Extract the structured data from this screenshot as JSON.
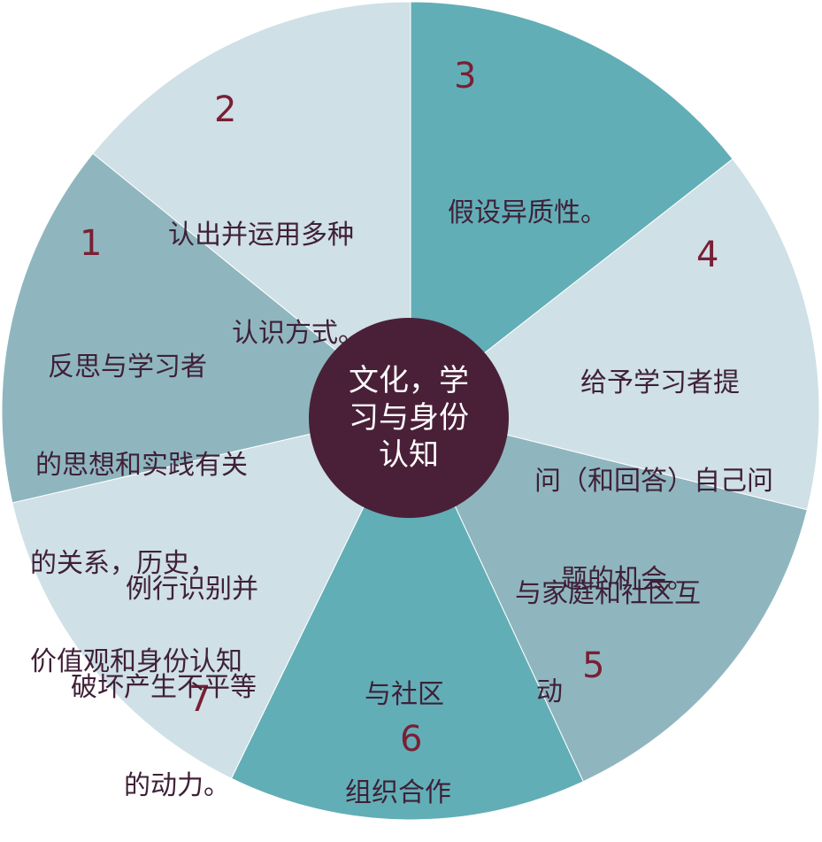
{
  "colors": {
    "dark_teal": "#62aeb6",
    "mid_teal": "#8fb6be",
    "light_blue": "#cfe0e6",
    "center": "#4a2038",
    "number": "#7a1f35",
    "text": "#3f2038"
  },
  "center": {
    "lines": [
      "文化，学",
      "习与身份",
      "认知"
    ]
  },
  "segments": [
    {
      "number": "1",
      "lines": [
        "反思与学习者",
        "的思想和实践有关",
        "的关系，历史，",
        "价值观和身份认知"
      ],
      "color": "mid_teal"
    },
    {
      "number": "2",
      "lines": [
        "认出并运用多种",
        "认识方式。"
      ],
      "color": "light_blue"
    },
    {
      "number": "3",
      "lines": [
        "假设异质性。"
      ],
      "color": "dark_teal"
    },
    {
      "number": "4",
      "lines": [
        "给予学习者提",
        "问（和回答）自己问",
        "题的机会。"
      ],
      "color": "light_blue"
    },
    {
      "number": "5",
      "lines": [
        "与家庭和社区互",
        "动"
      ],
      "color": "mid_teal"
    },
    {
      "number": "6",
      "lines": [
        "与社区",
        "组织合作"
      ],
      "color": "dark_teal"
    },
    {
      "number": "7",
      "lines": [
        "例行识别并",
        "破坏产生不平等",
        "的动力。"
      ],
      "color": "light_blue"
    }
  ]
}
